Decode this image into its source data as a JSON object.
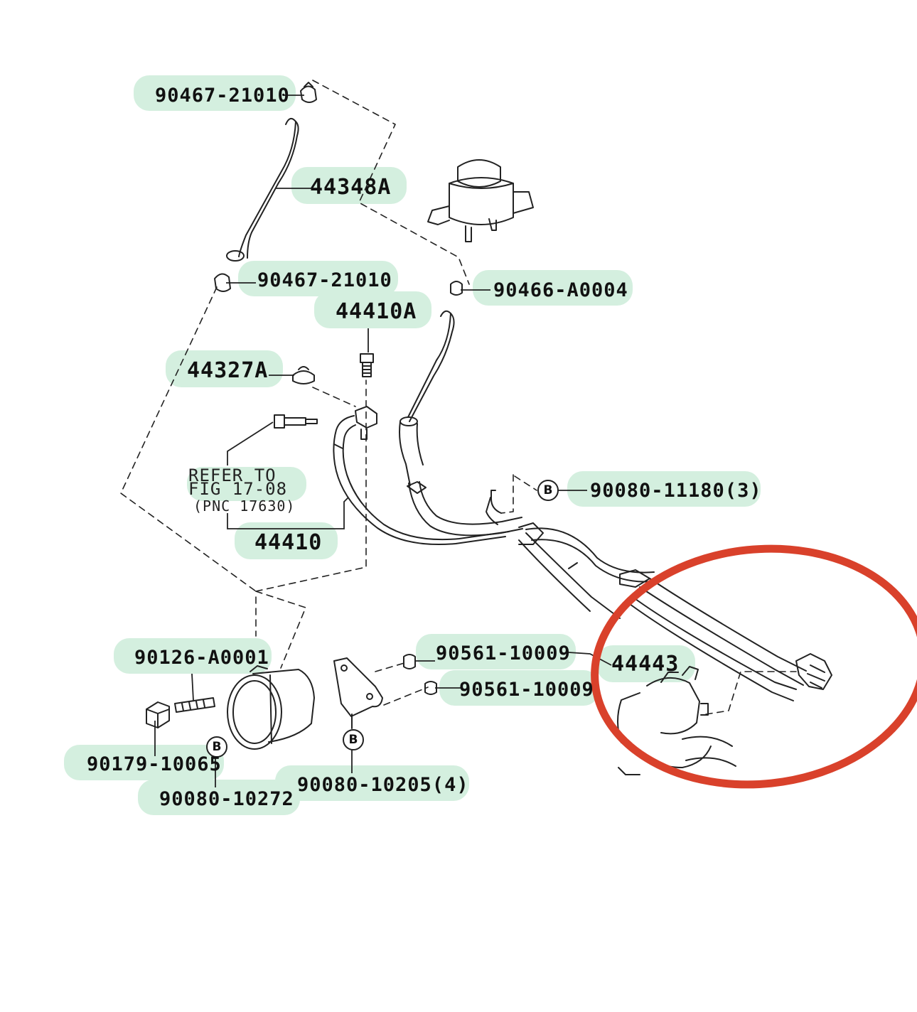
{
  "labels": {
    "p1": "90467-21010",
    "p2": "44348A",
    "p3": "90467-21010",
    "p4": "90466-A0004",
    "p5": "44410A",
    "p6": "44327A",
    "p7": "90080-11180(3)",
    "p8": "44410",
    "p9": "90126-A0001",
    "p10": "90561-10009",
    "p11": "44443",
    "p12": "90561-10009",
    "p13": "90179-10065",
    "p14": "90080-10272",
    "p15": "90080-10205(4)"
  },
  "note": {
    "line1": "REFER TO",
    "line2": "FIG 17-08",
    "line3": "(PNC 17630)"
  },
  "marker": "B",
  "colors": {
    "highlight": "#d4efdf",
    "line": "#222222",
    "circle": "#d9412b"
  }
}
